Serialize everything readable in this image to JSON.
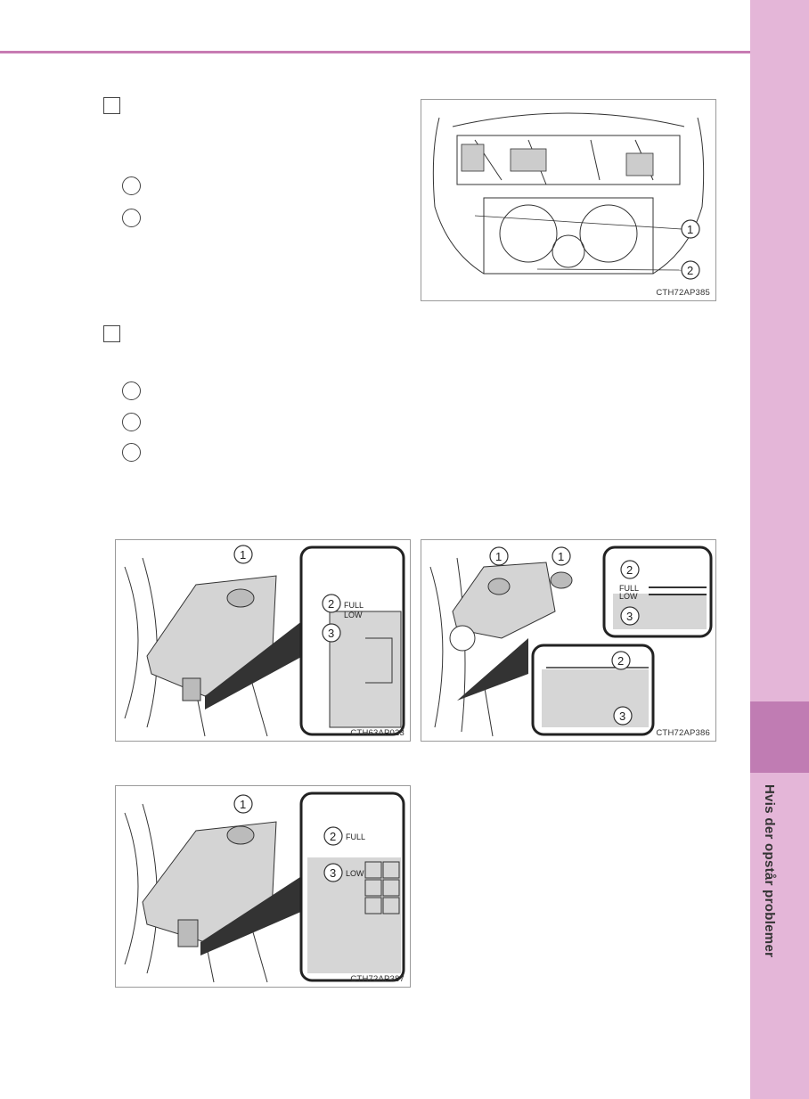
{
  "sidebar": {
    "section_label": "Hvis der opstår problemer"
  },
  "figures": {
    "engine": {
      "code": "CTH72AP385",
      "callouts": [
        "1",
        "2"
      ]
    },
    "reservoir_a": {
      "code": "CTH63AP023",
      "callouts": [
        "1",
        "2",
        "3"
      ],
      "full_label": "FULL",
      "low_label": "LOW"
    },
    "reservoir_b": {
      "code": "CTH72AP386",
      "callouts": [
        "1",
        "1",
        "2",
        "3",
        "2",
        "3"
      ],
      "full_label": "FULL",
      "low_label": "LOW"
    },
    "reservoir_c": {
      "code": "CTH72AP387",
      "callouts": [
        "1",
        "2",
        "3"
      ],
      "full_label": "FULL",
      "low_label": "LOW"
    }
  }
}
